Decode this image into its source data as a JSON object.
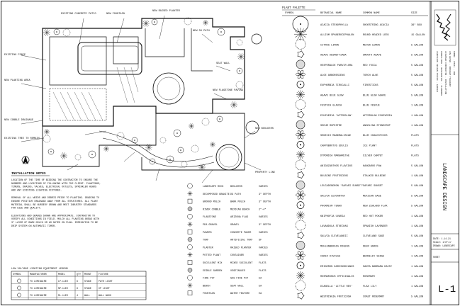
{
  "title_block": {
    "project_stamp": "LANDSCAPE PLAN",
    "sheet_title": "LANDSCAPE DESIGN",
    "sheet_number": "L-1"
  },
  "plant_palette": {
    "heading": "PLANT PALETTE",
    "columns": [
      "SYMBOL",
      "BOTANICAL NAME",
      "COMMON NAME",
      "SIZE"
    ],
    "rows": [
      {
        "botanical": "ACACIA STENOPHYLLA",
        "common": "SHOESTRING ACACIA",
        "size": "36\" BOX"
      },
      {
        "botanical": "ALLIUM SPHAEROCEPHALON",
        "common": "ROUND HEADED LEEK",
        "size": "15 GALLON"
      },
      {
        "botanical": "CITRUS LIMON",
        "common": "MEYER LEMON",
        "size": "5 GALLON"
      },
      {
        "botanical": "AGAVE DESMETTIANA",
        "common": "SMOOTH AGAVE",
        "size": "5 GALLON"
      },
      {
        "botanical": "HESPERALOE PARVIFLORA",
        "common": "RED YUCCA",
        "size": "5 GALLON"
      },
      {
        "botanical": "ALOE ARBORESCENS",
        "common": "TORCH ALOE",
        "size": "5 GALLON"
      },
      {
        "botanical": "EUPHORBIA TIRUCALLI",
        "common": "FIRESTICKS",
        "size": "5 GALLON"
      },
      {
        "botanical": "AGAVE BLUE GLOW",
        "common": "BLUE GLOW AGAVE",
        "size": "5 GALLON"
      },
      {
        "botanical": "FESTUCA GLAUCA",
        "common": "BLUE FESCUE",
        "size": "1 GALLON"
      },
      {
        "botanical": "ECHEVERIA 'AFTERGLOW'",
        "common": "AFTERGLOW ECHEVERIA",
        "size": "1 GALLON"
      },
      {
        "botanical": "SEDUM RUPESTRE",
        "common": "ANGELINA STONECROP",
        "size": "1 GALLON"
      },
      {
        "botanical": "SENECIO MANDRALISCAE",
        "common": "BLUE CHALKSTICKS",
        "size": "FLATS"
      },
      {
        "botanical": "CARPOBROTUS EDULIS",
        "common": "ICE PLANT",
        "size": "FLATS"
      },
      {
        "botanical": "DYMONDIA MARGARETAE",
        "common": "SILVER CARPET",
        "size": "FLATS"
      },
      {
        "botanical": "ANIGOZANTHOS FLAVIDUS",
        "common": "KANGAROO PAW",
        "size": "5 GALLON"
      },
      {
        "botanical": "BULBINE FRUTESCENS",
        "common": "STALKED BULBINE",
        "size": "1 GALLON"
      },
      {
        "botanical": "LEUCADENDRON 'SAFARI SUNSET'",
        "common": "SAFARI SUNSET",
        "size": "5 GALLON"
      },
      {
        "botanical": "SALVIA LEUCANTHA",
        "common": "MEXICAN SAGE",
        "size": "5 GALLON"
      },
      {
        "botanical": "PHORMIUM TENAX",
        "common": "NEW ZEALAND FLAX",
        "size": "5 GALLON"
      },
      {
        "botanical": "KNIPHOFIA UVARIA",
        "common": "RED HOT POKER",
        "size": "1 GALLON"
      },
      {
        "botanical": "LAVANDULA STOECHAS",
        "common": "SPANISH LAVENDER",
        "size": "1 GALLON"
      },
      {
        "botanical": "SALVIA CLEVELANDII",
        "common": "CLEVELAND SAGE",
        "size": "5 GALLON"
      },
      {
        "botanical": "MUHLENBERGIA RIGENS",
        "common": "DEER GRASS",
        "size": "1 GALLON"
      },
      {
        "botanical": "CAREX DIVULSA",
        "common": "BERKELEY SEDGE",
        "size": "1 GALLON"
      },
      {
        "botanical": "ERIGERON KARVINSKIANUS",
        "common": "SANTA BARBARA DAISY",
        "size": "1 GALLON"
      },
      {
        "botanical": "ROSMARINUS OFFICINALIS",
        "common": "ROSEMARY",
        "size": "1 GALLON"
      },
      {
        "botanical": "DIANELLA 'LITTLE REV'",
        "common": "FLAX LILY",
        "size": "1 GALLON"
      },
      {
        "botanical": "WESTRINGIA FRUTICOSA",
        "common": "COAST ROSEMARY",
        "size": "5 GALLON"
      }
    ]
  },
  "mid_schedule": {
    "rows": [
      {
        "botanical": "LANDSCAPE ROCK",
        "common": "BOULDERS",
        "size": "VARIES"
      },
      {
        "botanical": "DECOMPOSED GRANITE",
        "common": "DG PATH",
        "size": "3\" DEPTH"
      },
      {
        "botanical": "GROUND MULCH",
        "common": "BARK MULCH",
        "size": "3\" DEPTH"
      },
      {
        "botanical": "RIVER COBBLE",
        "common": "MEXICAN BEACH",
        "size": "2\"-4\""
      },
      {
        "botanical": "FLAGSTONE",
        "common": "ARIZONA FLAG",
        "size": "VARIES"
      },
      {
        "botanical": "PEA GRAVEL",
        "common": "GRAVEL",
        "size": "3\" DEPTH"
      },
      {
        "botanical": "PAVERS",
        "common": "CONCRETE PAVER",
        "size": "VARIES"
      },
      {
        "botanical": "TURF",
        "common": "ARTIFICIAL TURF",
        "size": "SF"
      },
      {
        "botanical": "PLANTER",
        "common": "RAISED PLANTER",
        "size": "VARIES"
      },
      {
        "botanical": "POTTED PLANT",
        "common": "CONTAINER",
        "size": "VARIES"
      },
      {
        "botanical": "SUCCULENT MIX",
        "common": "MIXED SUCCULENT",
        "size": "FLATS"
      },
      {
        "botanical": "EDIBLE GARDEN",
        "common": "VEGETABLES",
        "size": "FLATS"
      },
      {
        "botanical": "FIRE PIT",
        "common": "GAS FIRE PIT",
        "size": "EA"
      },
      {
        "botanical": "BENCH",
        "common": "SEAT WALL",
        "size": "EA"
      },
      {
        "botanical": "FOUNTAIN",
        "common": "WATER FEATURE",
        "size": "EA"
      }
    ]
  },
  "installation_notes": {
    "heading": "INSTALLATION NOTES",
    "paragraphs": [
      "LOCATION OF THE TIME OF BIDDING THE CONTRACTOR TO ENSURE THE NUMBERS AND LOCATIONS OF FOLLOWING WITH THE CLIENT: PLANTINGS, TIMERS, DRAINS, VALVES, ELECTRICAL OUTLETS, SPRINKLER HEADS AND ANY EXISTING LIGHTING FIXTURES.",
      "REMOVAL OF ALL WEEDS AND DEBRIS PRIOR TO PLANTING. GRADING TO ENSURE POSITIVE DRAINAGE AWAY FROM ALL STRUCTURES. ALL PLANT MATERIAL SHALL BE NURSERY GROWN AND MEET INDUSTRY STANDARDS FOR SIZE AND QUALITY.",
      "ELEVATIONS AND GRADES SHOWN ARE APPROXIMATE. CONTRACTOR TO VERIFY ALL CONDITIONS IN FIELD. MULCH ALL PLANTING AREAS WITH 3\" LAYER OF BARK MULCH OR AS NOTED ON PLAN. IRRIGATION TO BE DRIP SYSTEM ON AUTOMATIC TIMER."
    ]
  },
  "lighting_legend": {
    "heading": "LOW VOLTAGE LIGHTING EQUIPMENT LEGEND",
    "columns": [
      "SYMBOL",
      "MANUFACTURER",
      "MODEL",
      "QTY",
      "MOUNT",
      "FIXTURE"
    ],
    "rows": [
      {
        "mfr": "FX LUMINAIRE",
        "model": "LP-1LED",
        "qty": "6",
        "mount": "STAKE",
        "fixture": "PATH LIGHT"
      },
      {
        "mfr": "FX LUMINAIRE",
        "model": "NP-1LED",
        "qty": "8",
        "mount": "STAKE",
        "fixture": "UP LIGHT"
      },
      {
        "mfr": "FX LUMINAIRE",
        "model": "RL-1LED",
        "qty": "4",
        "mount": "WALL",
        "fixture": "WALL WASH"
      }
    ]
  },
  "plan_callouts": [
    "EXISTING CONCRETE PATIO",
    "NEW FOUNTAIN",
    "NEW RAISED PLANTER",
    "NEW DG PATH",
    "SEAT WALL",
    "NEW FLAGSTONE PAVING",
    "EXISTING FENCE",
    "NEW PLANTING AREA",
    "NEW COBBLE DRAINAGE",
    "EXISTING TREE TO REMAIN",
    "NEW BOULDERS",
    "PROPERTY LINE"
  ]
}
